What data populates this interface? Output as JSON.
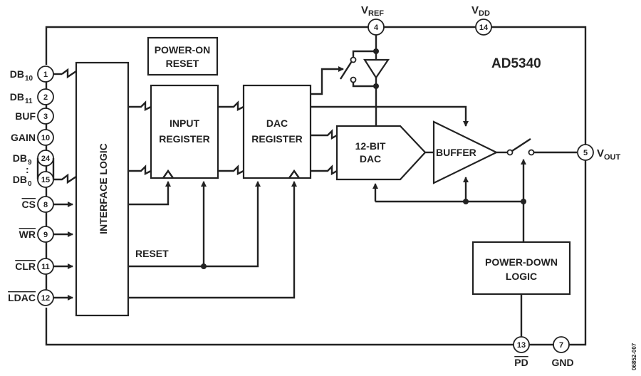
{
  "part_number": "AD5340",
  "figure_id": "06852-007",
  "blocks": {
    "power_on_reset": [
      "POWER-ON",
      "RESET"
    ],
    "input_register": [
      "INPUT",
      "REGISTER"
    ],
    "dac_register": [
      "DAC",
      "REGISTER"
    ],
    "dac": [
      "12-BIT",
      "DAC"
    ],
    "buffer": "BUFFER",
    "interface_logic": "INTERFACE LOGIC",
    "power_down_logic": [
      "POWER-DOWN",
      "LOGIC"
    ]
  },
  "reset_label": "RESET",
  "left_pins": [
    {
      "name": "DB",
      "sub": "10",
      "num": "1"
    },
    {
      "name": "DB",
      "sub": "11",
      "num": "2"
    },
    {
      "name": "BUF",
      "sub": "",
      "num": "3"
    },
    {
      "name": "GAIN",
      "sub": "",
      "num": "10"
    },
    {
      "name": "DB",
      "sub": "9",
      "num": "24"
    },
    {
      "name": "DB",
      "sub": "0",
      "num": "15"
    },
    {
      "name": "CS",
      "sub": "",
      "num": "8"
    },
    {
      "name": "WR",
      "sub": "",
      "num": "9"
    },
    {
      "name": "CLR",
      "sub": "",
      "num": "11"
    },
    {
      "name": "LDAC",
      "sub": "",
      "num": "12"
    }
  ],
  "top_pins": [
    {
      "name": "V",
      "sub": "REF",
      "num": "4"
    },
    {
      "name": "V",
      "sub": "DD",
      "num": "14"
    }
  ],
  "right_pins": [
    {
      "name": "V",
      "sub": "OUT",
      "num": "5"
    }
  ],
  "bottom_pins": [
    {
      "name": "PD",
      "num": "13"
    },
    {
      "name": "GND",
      "num": "7"
    }
  ]
}
